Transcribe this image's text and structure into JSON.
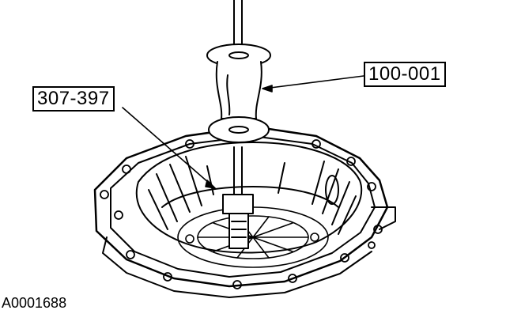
{
  "callouts": {
    "tool_a": "307-397",
    "tool_b": "100-001"
  },
  "figure_id": "A0001688",
  "colors": {
    "line": "#000000",
    "background": "#ffffff"
  }
}
